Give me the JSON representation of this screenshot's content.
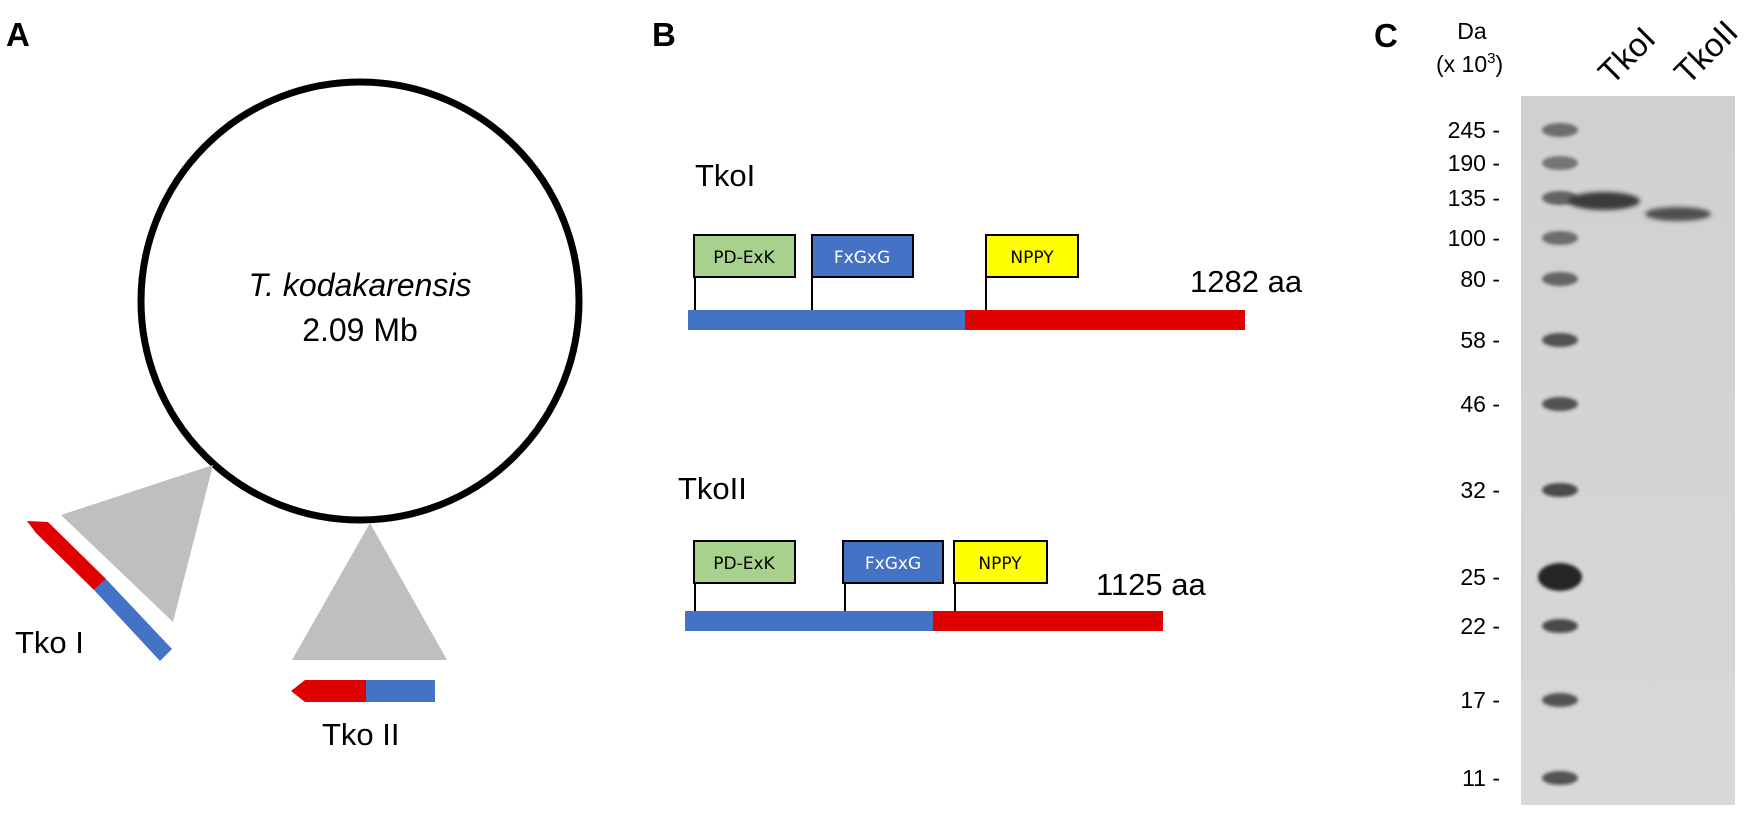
{
  "panels": {
    "a": "A",
    "b": "B",
    "c": "C"
  },
  "panel_a": {
    "organism": "T. kodakarensis",
    "genome_size": "2.09 Mb",
    "gene1": "Tko I",
    "gene2": "Tko II"
  },
  "panel_b": {
    "protein1": {
      "name": "TkoI",
      "length": "1282 aa",
      "domains": [
        "PD-ExK",
        "FxGxG",
        "NPPY"
      ]
    },
    "protein2": {
      "name": "TkoII",
      "length": "1125 aa",
      "domains": [
        "PD-ExK",
        "FxGxG",
        "NPPY"
      ]
    }
  },
  "panel_c": {
    "unit_line1": "Da",
    "unit_line2": "(x 10",
    "unit_sup": "3",
    "unit_close": ")",
    "lanes": [
      "TkoI",
      "TkoII"
    ],
    "markers": [
      "245 -",
      "190 -",
      "135 -",
      "100 -",
      "80 -",
      "58 -",
      "46 -",
      "32 -",
      "25 -",
      "22 -",
      "17 -",
      "11 -"
    ]
  },
  "colors": {
    "blue": "#4472c4",
    "red": "#e00000",
    "green": "#a9d18e",
    "domain_blue": "#4472c4",
    "yellow": "#ffff00",
    "gray": "#bfbfbf",
    "gel": "#d4d4d4"
  }
}
